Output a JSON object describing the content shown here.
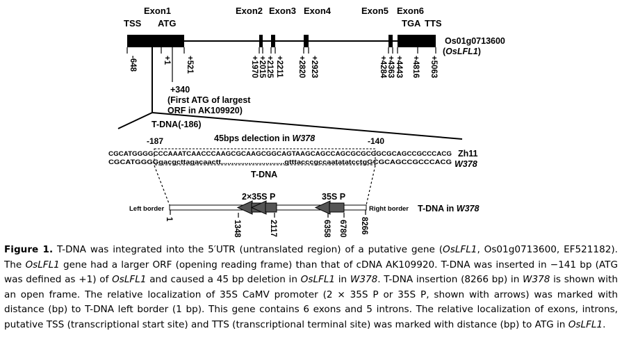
{
  "figure": {
    "exon_labels": [
      "Exon1",
      "Exon2",
      "Exon3",
      "Exon4",
      "Exon5",
      "Exon6"
    ],
    "site_labels": {
      "tss": "TSS",
      "atg": "ATG",
      "tga": "TGA",
      "tts": "TTS"
    },
    "gene": {
      "id": "Os01g0713600",
      "name": "OsLFL1"
    },
    "gene_ticks": [
      "-648",
      "+1",
      "+521",
      "+1970",
      "+2015",
      "+2125",
      "+2211",
      "+2820",
      "+2923",
      "+4284",
      "+4363",
      "+4443",
      "+4816",
      "+5063"
    ],
    "orf_note": {
      "pos": "+340",
      "line1": "(First ATG of largest",
      "line2": "ORF in AK109920)"
    },
    "tdna_insertion_label": "T-DNA(-186)",
    "deletion": {
      "text": "45bps delection in ",
      "line": "W378",
      "left": "-187",
      "right": "-140"
    },
    "sequences": {
      "zh11": {
        "seq": "CGCATGGGGCCCAAATCAACCCAAGCGCAAGCGGCAGTAAGCAGCCAGCGCGCGGCGCAGCCGCCCACG",
        "label": "Zh11"
      },
      "w378": {
        "seq": "CGCATGGGGgacgcttagacaactt..............................gtttacccgccaatatatcctgGCGCAGCCGCCCACG",
        "label": "W378"
      }
    },
    "tdna_label": "T-DNA",
    "promoters": [
      "2×35S P",
      "35S P"
    ],
    "borders": {
      "left": "Left border",
      "right": "Right border"
    },
    "tdna_title": {
      "text": "T-DNA in ",
      "line": "W378"
    },
    "tdna_ticks": [
      "1",
      "1348",
      "2117",
      "6358",
      "6780",
      "8266"
    ]
  },
  "caption": {
    "label": "Figure 1.",
    "parts": [
      " T-DNA was integrated into the 5′UTR (untranslated region) of a putative gene (",
      "OsLFL1",
      ", Os01g0713600, EF521182). The ",
      "OsLFL1",
      " gene had a larger ORF (opening reading frame) than that of cDNA AK109920. T-DNA was inserted in −141 bp (ATG was defined as +1) of ",
      "OsLFL1",
      " and caused a 45 bp deletion in ",
      "OsLFL1",
      " in ",
      "W378",
      ". T-DNA insertion (8266 bp) in ",
      "W378",
      " is shown with an open frame. The relative localization of 35S CaMV promoter (2 × 35S P or 35S P, shown with arrows) was marked with distance (bp) to T-DNA left border (1 bp). This gene contains 6 exons and 5 introns. The relative localization of exons, introns, putative TSS (transcriptional start site) and TTS (transcriptional terminal site) was marked with distance (bp) to ATG in ",
      "OsLFL1",
      "."
    ]
  }
}
